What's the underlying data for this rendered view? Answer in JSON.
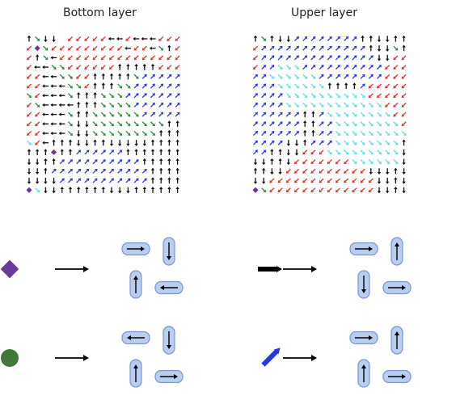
{
  "titles": {
    "left": "Bottom layer",
    "right": "Upper layer"
  },
  "colors": {
    "black": "#111111",
    "red": "#e8302f",
    "blue": "#2a36e0",
    "green": "#2e8b3c",
    "cyan": "#5fe0e0",
    "purple": "#7a2e9e",
    "dot_green": "#3f7a3a",
    "diamond": "#6a3b9a",
    "pill_fill": "#b9cdf0",
    "pill_stroke": "#7b96cf"
  },
  "grids": {
    "left": {
      "rows": [
        "UGDD RRRRRLLRLLLRRR",
        "RPGRRRRRRRRRLRRLGUR",
        "RUGLRRRRRRRRRRRRRRR",
        "RLLGGRRRRRRUUUUURRR",
        "RRLLGGRRUUUUUGBBBBB",
        "RRLLLGGRUUUGGBBBBBB",
        "GRLLLGUUUGGGBBBBBBB",
        "RGLLLLUUUGGGGBBBBBB",
        "RRLLLGUUGGGGGGBBBBB",
        "RRLLLGDDGGGGGGGGGUU",
        "RRLLLGDDGGGGGGGGUUU",
        "CRLUUUDDUUDDDDDUUUU",
        "UUUPUUBBBBBBUUUUUUU",
        "DDUUBBBBBBBBBBUUUUU",
        "DDUBBBBBBBBBBBBUUUU",
        "DDDDBBBBBBBBBBBUUUU",
        "PCDDUUUUUUDDDUUUUUU"
      ]
    },
    "right": {
      "rows": [
        "UGUDDBBBBBBBBUUDDUU",
        "RBBBBBBBBBBBBBUDDGU",
        "RBBBBBBBBBBBBBBDDRR",
        "RBBCCCBBBBBBBBBBRRR",
        "BBCCCCCCBBBBBBBBRRR",
        "BBBCCCCCCUUUUBRRRRR",
        "BBBBCCCCCCCCCCRRRRR",
        "BBBBCCCCCCCCCCCCRRR",
        "BBBBBBUUBCCCCCCCCRR",
        "BBBBBBUUBBCCCCCCCCR",
        "BBBBBBUUBBCCCCCCCCC",
        "BBBBDDUBBBCCCCCCCCU",
        "BBUUDDRRRCCCCCCCCCD",
        "DDUUDRRRRRRRCCCCCCD",
        "UUDDRRRRRRRRRRDDDUD",
        "DDRRRRRRRRRRRRRDDUD",
        "PGRRRRRRRRRRRRRDDUD"
      ]
    }
  },
  "legend": [
    {
      "symbol": "diamond",
      "pattern": [
        "R",
        "D",
        "U",
        "L"
      ]
    },
    {
      "symbol": "black-arrow",
      "pattern": [
        "R",
        "U",
        "D",
        "R"
      ]
    },
    {
      "symbol": "circle",
      "pattern": [
        "L",
        "D",
        "U",
        "R"
      ]
    },
    {
      "symbol": "blue-arrow",
      "pattern": [
        "R",
        "U",
        "U",
        "R"
      ]
    }
  ]
}
